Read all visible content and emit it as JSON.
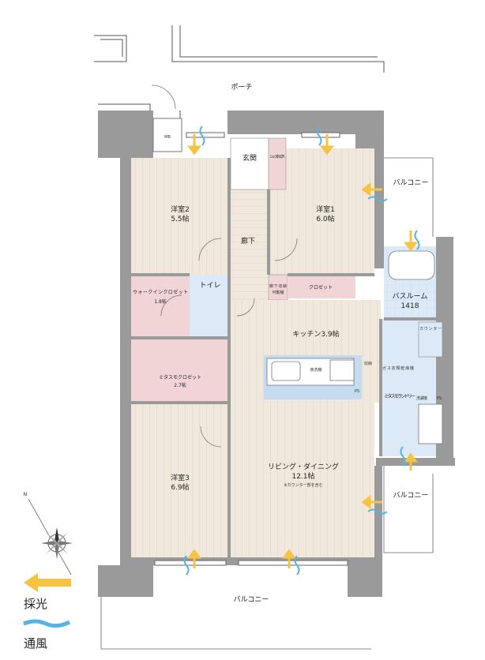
{
  "labels": {
    "porch": "ポーチ",
    "mb": "MB",
    "genkan": "玄関",
    "shoes": "シューズボックス",
    "balcony_top": "バルコニー",
    "balcony_mid": "バルコニー",
    "balcony_bottom": "バルコニー",
    "room2_name": "洋室2",
    "room2_size": "5.5帖",
    "room1_name": "洋室1",
    "room1_size": "6.0帖",
    "corridor": "廊下",
    "hall_storage": "廊下収納",
    "movable_shelf": "可動棚",
    "closet": "クロゼット",
    "walkin_name": "ウォークインクロゼット",
    "walkin_size": "1.8帖",
    "toilet": "トイレ",
    "bath_name": "バスルーム",
    "bath_size": "1418",
    "counter": "カウンター",
    "kitchen": "キッチン3.9帖",
    "dishwasher": "食洗機",
    "storage_small": "収納",
    "ps": "PS",
    "dryer": "ガス衣類乾燥機",
    "laundry": "ミタスモランドリー",
    "washer": "洗濯機",
    "mitasumo_name": "ミタスモクロゼット",
    "mitasumo_size": "2.7帖",
    "living_name": "リビング・ダイニング",
    "living_size": "12.1帖",
    "living_note": "※カウンター部を含む",
    "room3_name": "洋室3",
    "room3_size": "6.9帖",
    "compass": "N"
  },
  "legend": {
    "light": "採光",
    "wind": "通風"
  },
  "colors": {
    "floor_wood": "#f1e8dd",
    "floor_line": "#e3d5c5",
    "wet_area": "#dce9f7",
    "closet_pink": "#f0d4d6",
    "wall": "#8f8f8f",
    "light_arrow": "#f6c343",
    "wind_wave": "#56b3e4",
    "counter_blue": "#c5dbf0"
  }
}
